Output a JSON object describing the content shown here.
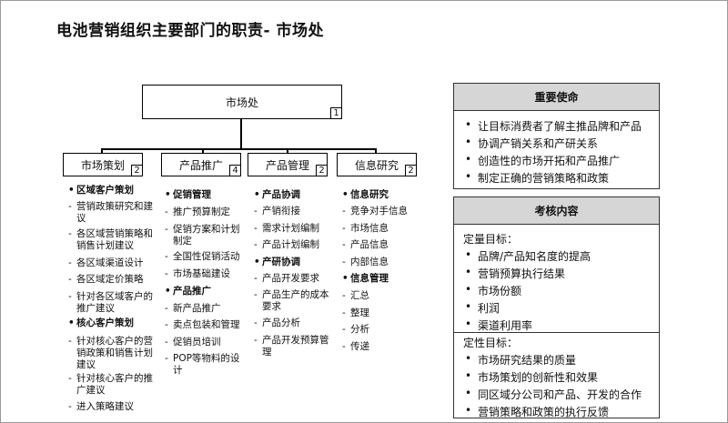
{
  "title": "电池营销组织主要部门的职责- 市场处",
  "org": {
    "root": {
      "label": "市场处",
      "num": "1"
    },
    "departments": [
      {
        "label": "市场策划",
        "num": "2"
      },
      {
        "label": "产品推广",
        "num": "4"
      },
      {
        "label": "产品管理",
        "num": "2"
      },
      {
        "label": "信息研究",
        "num": "2"
      }
    ]
  },
  "columns": [
    [
      {
        "t": "区域客户策划",
        "h": true
      },
      {
        "t": "营销政策研究和建议",
        "h": false
      },
      {
        "t": "各区域营销策略和销售计划建议",
        "h": false
      },
      {
        "t": "各区域渠道设计",
        "h": false
      },
      {
        "t": "各区域定价策略",
        "h": false
      },
      {
        "t": "针对各区域客户的推广建议",
        "h": false
      },
      {
        "t": "核心客户策划",
        "h": true
      },
      {
        "t": "针对核心客户的营销政策和销售计划建议",
        "h": false
      },
      {
        "t": "针对核心客户的推广建议",
        "h": false
      },
      {
        "t": "进入策略建议",
        "h": false
      }
    ],
    [
      {
        "t": "促销管理",
        "h": true
      },
      {
        "t": "推广预算制定",
        "h": false
      },
      {
        "t": "促销方案和计划制定",
        "h": false
      },
      {
        "t": "全国性促销活动",
        "h": false
      },
      {
        "t": "市场基础建设",
        "h": false
      },
      {
        "t": "产品推广",
        "h": true
      },
      {
        "t": "新产品推广",
        "h": false
      },
      {
        "t": "卖点包装和管理",
        "h": false
      },
      {
        "t": "促销员培训",
        "h": false
      },
      {
        "t": "POP等物料的设计",
        "h": false
      }
    ],
    [
      {
        "t": "产品协调",
        "h": true
      },
      {
        "t": "产销衔接",
        "h": false
      },
      {
        "t": "需求计划编制",
        "h": false
      },
      {
        "t": "产品计划编制",
        "h": false
      },
      {
        "t": "产研协调",
        "h": true
      },
      {
        "t": "产品开发要求",
        "h": false
      },
      {
        "t": "产品生产的成本要求",
        "h": false
      },
      {
        "t": "产品分析",
        "h": false
      },
      {
        "t": "产品开发预算管理",
        "h": false
      }
    ],
    [
      {
        "t": "信息研究",
        "h": true
      },
      {
        "t": "竞争对手信息",
        "h": false
      },
      {
        "t": "市场信息",
        "h": false
      },
      {
        "t": "产品信息",
        "h": false
      },
      {
        "t": "内部信息",
        "h": false
      },
      {
        "t": "信息管理",
        "h": true
      },
      {
        "t": "汇总",
        "h": false
      },
      {
        "t": "整理",
        "h": false
      },
      {
        "t": "分析",
        "h": false
      },
      {
        "t": "传递",
        "h": false
      }
    ]
  ],
  "mission": {
    "header": "重要使命",
    "items": [
      "让目标消费者了解主推品牌和产品",
      "协调产销关系和产研关系",
      "创造性的市场开拓和产品推广",
      "制定正确的营销策略和政策"
    ]
  },
  "assessment": {
    "header": "考核内容",
    "quant_label": "定量目标：",
    "quant": [
      "品牌/产品知名度的提高",
      "营销预算执行结果",
      "市场份额",
      "利润",
      "渠道利用率"
    ],
    "qual_label": "定性目标：",
    "qual": [
      "市场研究结果的质量",
      "市场策划的创新性和效果",
      "同区域分公司和产品、开发的合作",
      "营销策略和政策的执行反馈"
    ]
  }
}
